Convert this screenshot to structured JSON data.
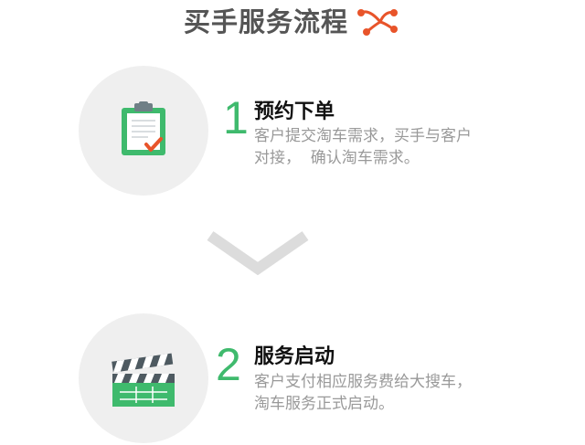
{
  "header": {
    "title": "买手服务流程",
    "icon": "process-nodes-icon",
    "icon_color": "#e8542a"
  },
  "accent_color": "#3fba6d",
  "steps": [
    {
      "number": "1",
      "title": "预约下单",
      "desc_line1": "客户提交淘车需求，买手与客户",
      "desc_line2": "对接，  确认淘车需求。",
      "icon": "clipboard-check-icon"
    },
    {
      "number": "2",
      "title": "服务启动",
      "desc_line1": "客户支付相应服务费给大搜车，",
      "desc_line2": "淘车服务正式启动。",
      "icon": "clapperboard-icon"
    }
  ],
  "divider_icon": "chevron-down-icon"
}
